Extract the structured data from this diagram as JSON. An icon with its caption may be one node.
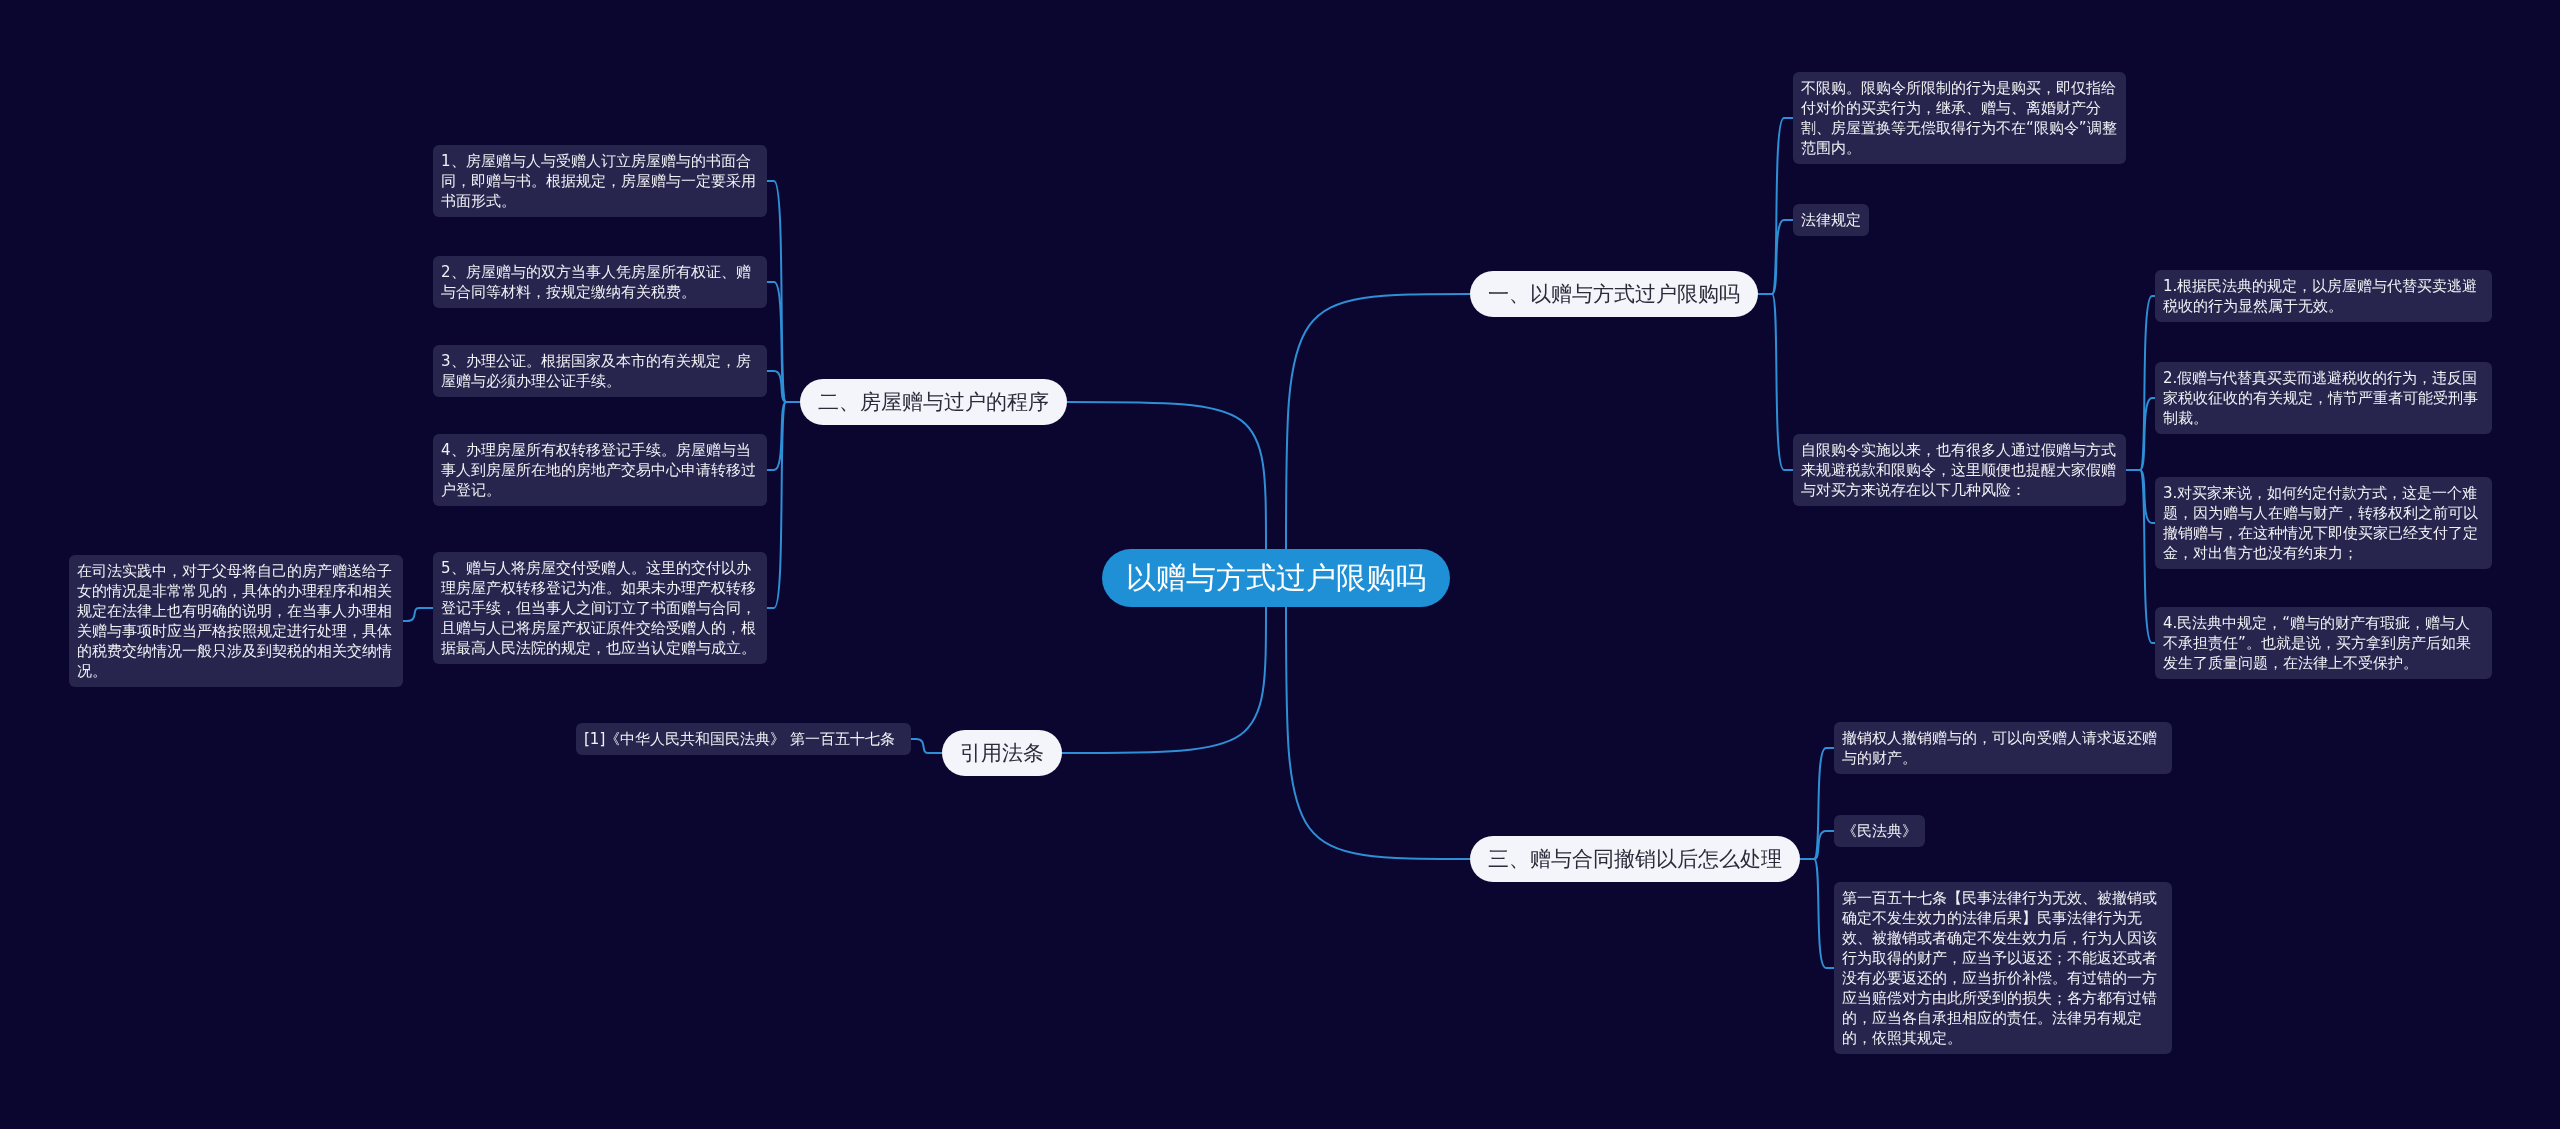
{
  "diagram": {
    "nodes": [
      {
        "text": [
          "以赠与方式过户限购吗"
        ]
      },
      {
        "text": [
          "一、以赠与方式过户限购吗"
        ]
      },
      {
        "text": [
          "不限购。限购令所限制的行为是购买，即仅指给付对价的买卖行为，继承、赠与、离婚财产分割、房屋置换等无偿取得行为不在“限购令”调整范围内。"
        ]
      },
      {
        "text": [
          "法律规定"
        ]
      },
      {
        "text": [
          "自限购令实施以来，也有很多人通过假赠与方式来规避税款和限购令，这里顺便也提醒大家假赠与对买方来说存在以下几种风险："
        ]
      },
      {
        "text": [
          "1.根据民法典的规定，以房屋赠与代替买卖逃避税收的行为显然属于无效。"
        ]
      },
      {
        "text": [
          "2.假赠与代替真买卖而逃避税收的行为，违反国家税收征收的有关规定，情节严重者可能受刑事制裁。"
        ]
      },
      {
        "text": [
          "3.对买家来说，如何约定付款方式，这是一个难题，因为赠与人在赠与财产，转移权利之前可以撤销赠与，在这种情况下即使买家已经支付了定金，对出售方也没有约束力；"
        ]
      },
      {
        "text": [
          "4.民法典中规定，“赠与的财产有瑕疵，赠与人不承担责任”。也就是说，买方拿到房产后如果发生了质量问题，在法律上不受保护。"
        ]
      },
      {
        "text": [
          "三、赠与合同撤销以后怎么处理"
        ]
      },
      {
        "text": [
          "撤销权人撤销赠与的，可以向受赠人请求返还赠与的财产。"
        ]
      },
      {
        "text": [
          "《民法典》"
        ]
      },
      {
        "text": [
          "第一百五十七条【民事法律行为无效、被撤销或确定不发生效力的法律后果】民事法律行为无效、被撤销或者确定不发生效力后，行为人因该行为取得的财产，应当予以返还；不能返还或者没有必要返还的，应当折价补偿。有过错的一方应当赔偿对方由此所受到的损失；各方都有过错的，应当各自承担相应的责任。法律另有规定的，依照其规定。"
        ]
      },
      {
        "text": [
          "二、房屋赠与过户的程序"
        ]
      },
      {
        "text": [
          "1、房屋赠与人与受赠人订立房屋赠与的书面合同，即赠与书。根据规定，房屋赠与一定要采用书面形式。"
        ]
      },
      {
        "text": [
          "2、房屋赠与的双方当事人凭房屋所有权证、赠与合同等材料，按规定缴纳有关税费。"
        ]
      },
      {
        "text": [
          "3、办理公证。根据国家及本市的有关规定，房屋赠与必须办理公证手续。"
        ]
      },
      {
        "text": [
          "4、办理房屋所有权转移登记手续。房屋赠与当事人到房屋所在地的房地产交易中心申请转移过户登记。"
        ]
      },
      {
        "text": [
          "5、赠与人将房屋交付受赠人。这里的交付以办理房屋产权转移登记为准。如果未办理产权转移登记手续，但当事人之间订立了书面赠与合同，且赠与人已将房屋产权证原件交给受赠人的，根据最高人民法院的规定，也应当认定赠与成立。"
        ]
      },
      {
        "text": [
          "在司法实践中，对于父母将自己的房产赠送给子女的情况是非常常见的，具体的办理程序和相关规定在法律上也有明确的说明，在当事人办理相关赠与事项时应当严格按照规定进行处理，具体的税费交纳情况一般只涉及到契税的相关交纳情况。"
        ]
      },
      {
        "text": [
          "引用法条"
        ]
      },
      {
        "text": [
          "[1]《中华人民共和国民法典》 第一百五十七条"
        ]
      }
    ],
    "edges": [
      {
        "from": 0,
        "to": 1,
        "arrow": "none"
      },
      {
        "from": 1,
        "to": 2,
        "arrow": "none"
      },
      {
        "from": 1,
        "to": 3,
        "arrow": "none"
      },
      {
        "from": 1,
        "to": 4,
        "arrow": "none"
      },
      {
        "from": 4,
        "to": 5,
        "arrow": "none"
      },
      {
        "from": 4,
        "to": 6,
        "arrow": "none"
      },
      {
        "from": 4,
        "to": 7,
        "arrow": "none"
      },
      {
        "from": 4,
        "to": 8,
        "arrow": "none"
      },
      {
        "from": 0,
        "to": 9,
        "arrow": "none"
      },
      {
        "from": 9,
        "to": 10,
        "arrow": "none"
      },
      {
        "from": 9,
        "to": 11,
        "arrow": "none"
      },
      {
        "from": 9,
        "to": 12,
        "arrow": "none"
      },
      {
        "from": 0,
        "to": 13,
        "arrow": "none"
      },
      {
        "from": 13,
        "to": 14,
        "arrow": "none"
      },
      {
        "from": 13,
        "to": 15,
        "arrow": "none"
      },
      {
        "from": 13,
        "to": 16,
        "arrow": "none"
      },
      {
        "from": 13,
        "to": 17,
        "arrow": "none"
      },
      {
        "from": 13,
        "to": 18,
        "arrow": "none"
      },
      {
        "from": 18,
        "to": 19,
        "arrow": "none"
      },
      {
        "from": 0,
        "to": 20,
        "arrow": "none"
      },
      {
        "from": 20,
        "to": 21,
        "arrow": "none"
      }
    ]
  }
}
